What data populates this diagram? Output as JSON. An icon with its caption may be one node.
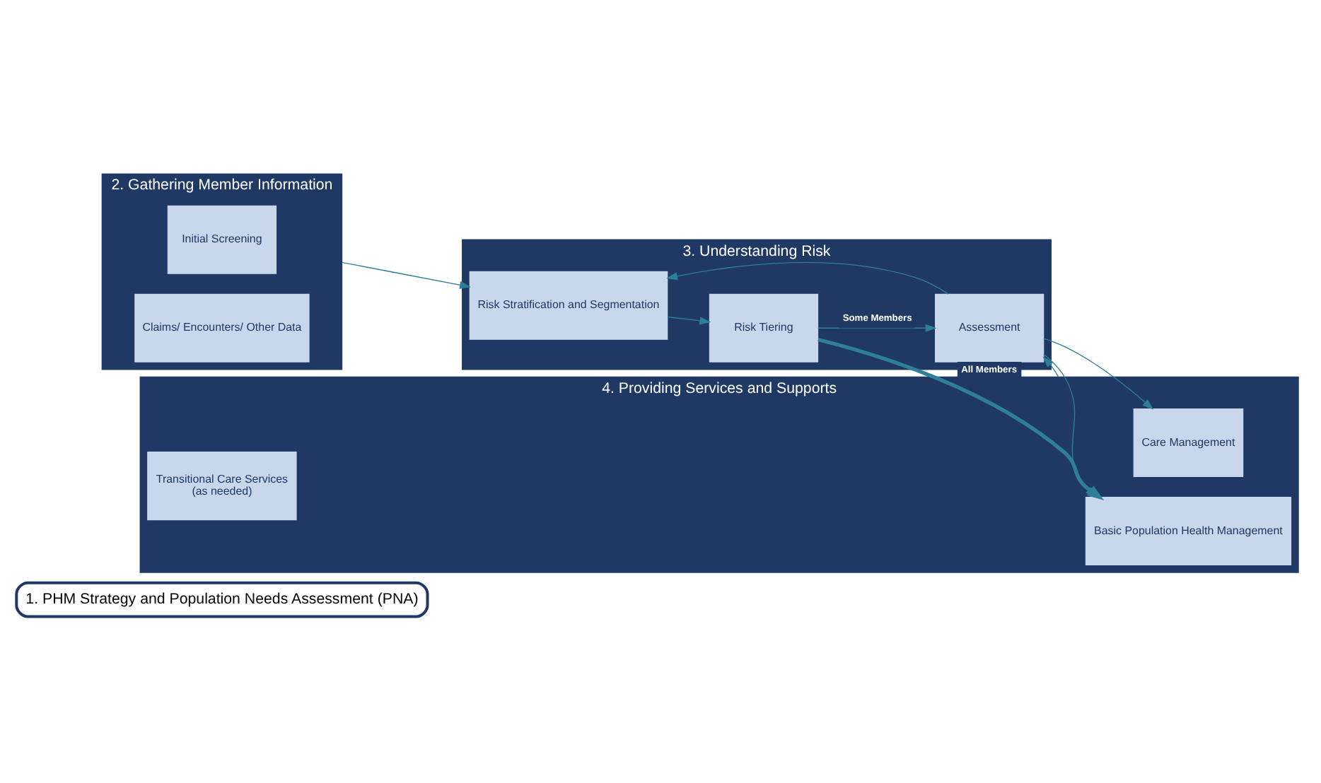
{
  "diagram": {
    "nodes": [
      {
        "text": [
          "1. PHM Strategy and Population Needs Assessment (PNA)"
        ]
      },
      {
        "text": [
          "2. Gathering Member Information"
        ]
      },
      {
        "text": [
          "Initial Screening"
        ],
        "in": 1
      },
      {
        "text": [
          "Claims/ Encounters/ Other Data"
        ],
        "in": 1
      },
      {
        "text": [
          "3. Understanding Risk"
        ]
      },
      {
        "text": [
          "Risk Stratification and Segmentation"
        ],
        "in": 4
      },
      {
        "text": [
          "Risk Tiering"
        ],
        "in": 4
      },
      {
        "text": [
          "Assessment"
        ],
        "in": 4
      },
      {
        "text": [
          "4. Providing Services and Supports"
        ]
      },
      {
        "text": [
          "Basic Population Health Management"
        ],
        "in": 8
      },
      {
        "text": [
          "Care Management"
        ],
        "in": 8
      },
      {
        "text": [
          "Transitional Care Services",
          "(as needed)"
        ],
        "in": 8
      }
    ],
    "edges": [
      {
        "from": 1,
        "to": 5,
        "arrow": "to"
      },
      {
        "from": 5,
        "to": 6,
        "arrow": "to"
      },
      {
        "from": 6,
        "to": 9,
        "arrow": "to",
        "label": "All Members",
        "style": "thick"
      },
      {
        "from": 6,
        "to": 7,
        "arrow": "to",
        "label": "Some Members"
      },
      {
        "from": 7,
        "to": 9,
        "arrow": "to"
      },
      {
        "from": 7,
        "to": 5,
        "arrow": "to"
      },
      {
        "from": 7,
        "to": 10,
        "arrow": "to"
      },
      {
        "from": 8,
        "to": 7,
        "arrow": "to"
      }
    ]
  }
}
